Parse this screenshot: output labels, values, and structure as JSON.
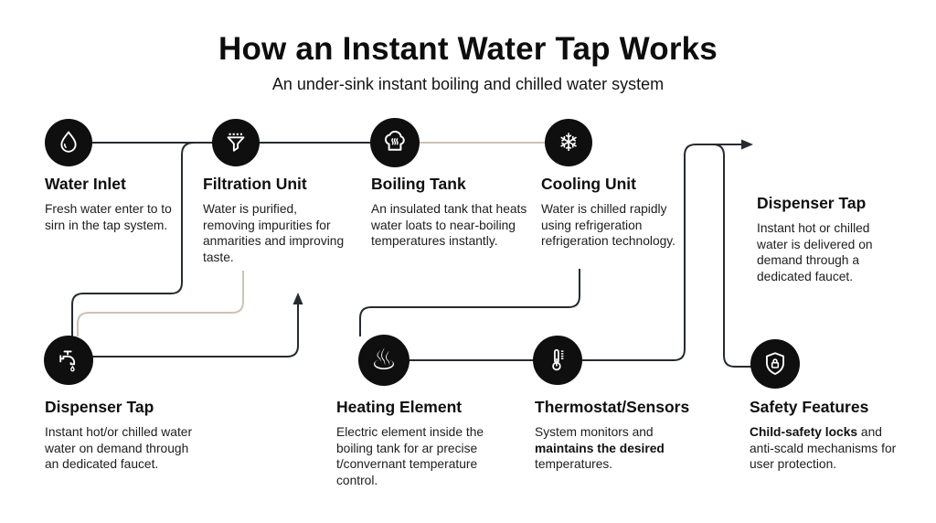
{
  "title": "How an Instant Water Tap Works",
  "subtitle": "An under-sink instant boiling and chilled water system",
  "colors": {
    "line_dark": "#262b31",
    "line_beige": "#ccc3b4",
    "node_bg": "#0f0f0f",
    "icon_fg": "#ffffff"
  },
  "icons": {
    "snowflake_glyph": "❄",
    "hot_springs_glyph": "♨"
  },
  "nodes": [
    {
      "id": "water-inlet",
      "icon": "water-droplet-icon",
      "heading": "Water Inlet",
      "desc": "Fresh water enter to to sirn in the tap system."
    },
    {
      "id": "filtration-unit",
      "icon": "funnel-filter-icon",
      "heading": "Filtration Unit",
      "desc": "Water is purified, removing impurities for anmarities and improving taste."
    },
    {
      "id": "boiling-tank",
      "icon": "steam-cloud-pot-icon",
      "heading": "Boiling Tank",
      "desc": "An insulated tank that heats water loats to near-boiling temperatures instantly."
    },
    {
      "id": "cooling-unit",
      "icon": "snowflake-icon",
      "heading": "Cooling Unit",
      "desc": "Water is chilled rapidly using refrigeration refrigeration technology."
    },
    {
      "id": "dispenser-tap-right",
      "icon": "",
      "heading": "Dispenser Tap",
      "desc": "Instant hot or chilled water is delivered on demand through a dedicated faucet."
    },
    {
      "id": "dispenser-tap-left",
      "icon": "faucet-icon",
      "heading": "Dispenser Tap",
      "desc": "Instant hot/or chilled water water on demand through an dedicated faucet."
    },
    {
      "id": "heating-element",
      "icon": "hot-springs-icon",
      "heading": "Heating Element",
      "desc": "Electric element inside the boiling tank for ar precise t/convernant temperature control."
    },
    {
      "id": "thermostat-sensors",
      "icon": "thermometer-icon",
      "heading": "Thermostat/Sensors",
      "desc_pre": "System monitors and ",
      "desc_bold": "maintains the desired",
      "desc_post": " temperatures."
    },
    {
      "id": "safety-features",
      "icon": "shield-lock-icon",
      "heading": "Safety Features",
      "desc_pre": "",
      "desc_bold": "Child-safety locks",
      "desc_post": " and anti-scald mechanisms for user protection."
    }
  ]
}
